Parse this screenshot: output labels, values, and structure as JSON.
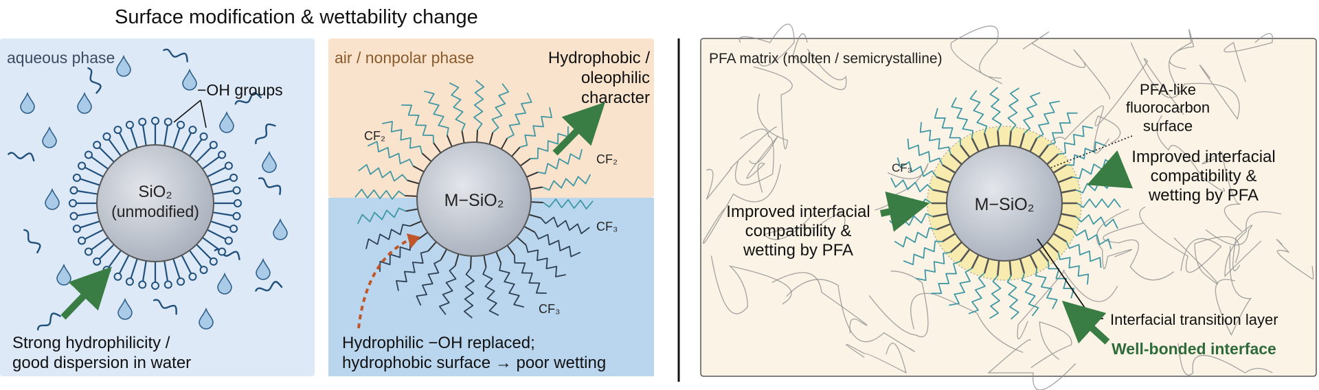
{
  "title": "Surface modification & wettability change",
  "panel1": {
    "phase_label": "aqueous phase",
    "groups_label": "−OH groups",
    "particle_line1": "SiO₂",
    "particle_line2": "(unmodified)",
    "caption_line1": "Strong hydrophilicity /",
    "caption_line2": "good dispersion in water",
    "icons": [
      "water-droplet-icon",
      "arrow-icon"
    ]
  },
  "panel2": {
    "phase_label": "air / nonpolar phase",
    "char_line1": "Hydrophobic /",
    "char_line2": "oleophilic",
    "char_line3": "character",
    "particle_label": "M−SiO₂",
    "cf2_left": "CF₂",
    "cf2_right": "CF₂",
    "cf3_right": "CF₃",
    "cf3_bottom": "CF₃",
    "caption_line1": "Hydrophilic −OH replaced;",
    "caption_line2": "hydrophobic surface → poor wetting"
  },
  "panel3": {
    "matrix_label": "PFA matrix (molten / semicrystalline)",
    "surface_line1": "PFA-like",
    "surface_line2": "fluorocarbon",
    "surface_line3": "surface",
    "right_line1": "Improved interfacial",
    "right_line2": "compatibility &",
    "right_line3": "wetting by PFA",
    "left_line1": "Improved interfacial",
    "left_line2": "compatibility &",
    "left_line3": "wetting by PFA",
    "cf3_label": "CF₃",
    "particle_label": "M−SiO₂",
    "transition_label": "Interfacial transition layer",
    "bonded_label": "Well-bonded interface"
  },
  "colors": {
    "water_bg": "#dde9f7",
    "air_bg": "#f9e3cc",
    "liquid_bg": "#b9d6ee",
    "matrix_bg": "#faf3e6",
    "oh_stroke": "#1f4f7a",
    "chain_teal": "#3f97a3",
    "arrow_green": "#3a7d44",
    "dashed_orange": "#c0562a",
    "particle_fill": "#c8cdd6",
    "interface_yellow": "#f6eaa8",
    "bonded_text": "#2f6b3a"
  }
}
